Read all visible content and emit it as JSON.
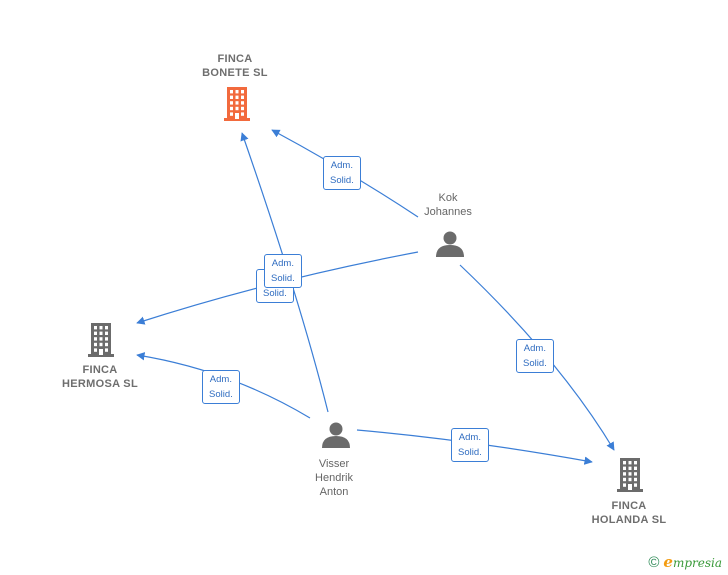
{
  "nodes": {
    "bonete": {
      "label_lines": [
        "FINCA",
        "BONETE  SL"
      ],
      "type": "company",
      "highlight": true
    },
    "hermosa": {
      "label_lines": [
        "FINCA",
        "HERMOSA SL"
      ],
      "type": "company",
      "highlight": false
    },
    "holanda": {
      "label_lines": [
        "FINCA",
        "HOLANDA  SL"
      ],
      "type": "company",
      "highlight": false
    },
    "kok": {
      "label_lines": [
        "Kok",
        "Johannes"
      ],
      "type": "person"
    },
    "visser": {
      "label_lines": [
        "Visser",
        "Hendrik",
        "Anton"
      ],
      "type": "person"
    }
  },
  "edges": [
    {
      "from": "kok",
      "to": "bonete",
      "label": "Adm.\nSolid."
    },
    {
      "from": "kok",
      "to": "hermosa",
      "label": "Adm.\nSolid."
    },
    {
      "from": "kok",
      "to": "holanda",
      "label": "Adm.\nSolid."
    },
    {
      "from": "visser",
      "to": "bonete",
      "label": "Adm.\nSolid."
    },
    {
      "from": "visser",
      "to": "hermosa",
      "label": "Adm.\nSolid."
    },
    {
      "from": "visser",
      "to": "holanda",
      "label": "Adm.\nSolid."
    }
  ],
  "colors": {
    "edge": "#3b7ed6",
    "company_icon": "#6b6b6b",
    "highlight_icon": "#f26a3d",
    "person_icon": "#6b6b6b"
  },
  "footer": {
    "copyright_symbol": "©",
    "brand_initial": "e",
    "brand_rest": "mpresia"
  }
}
